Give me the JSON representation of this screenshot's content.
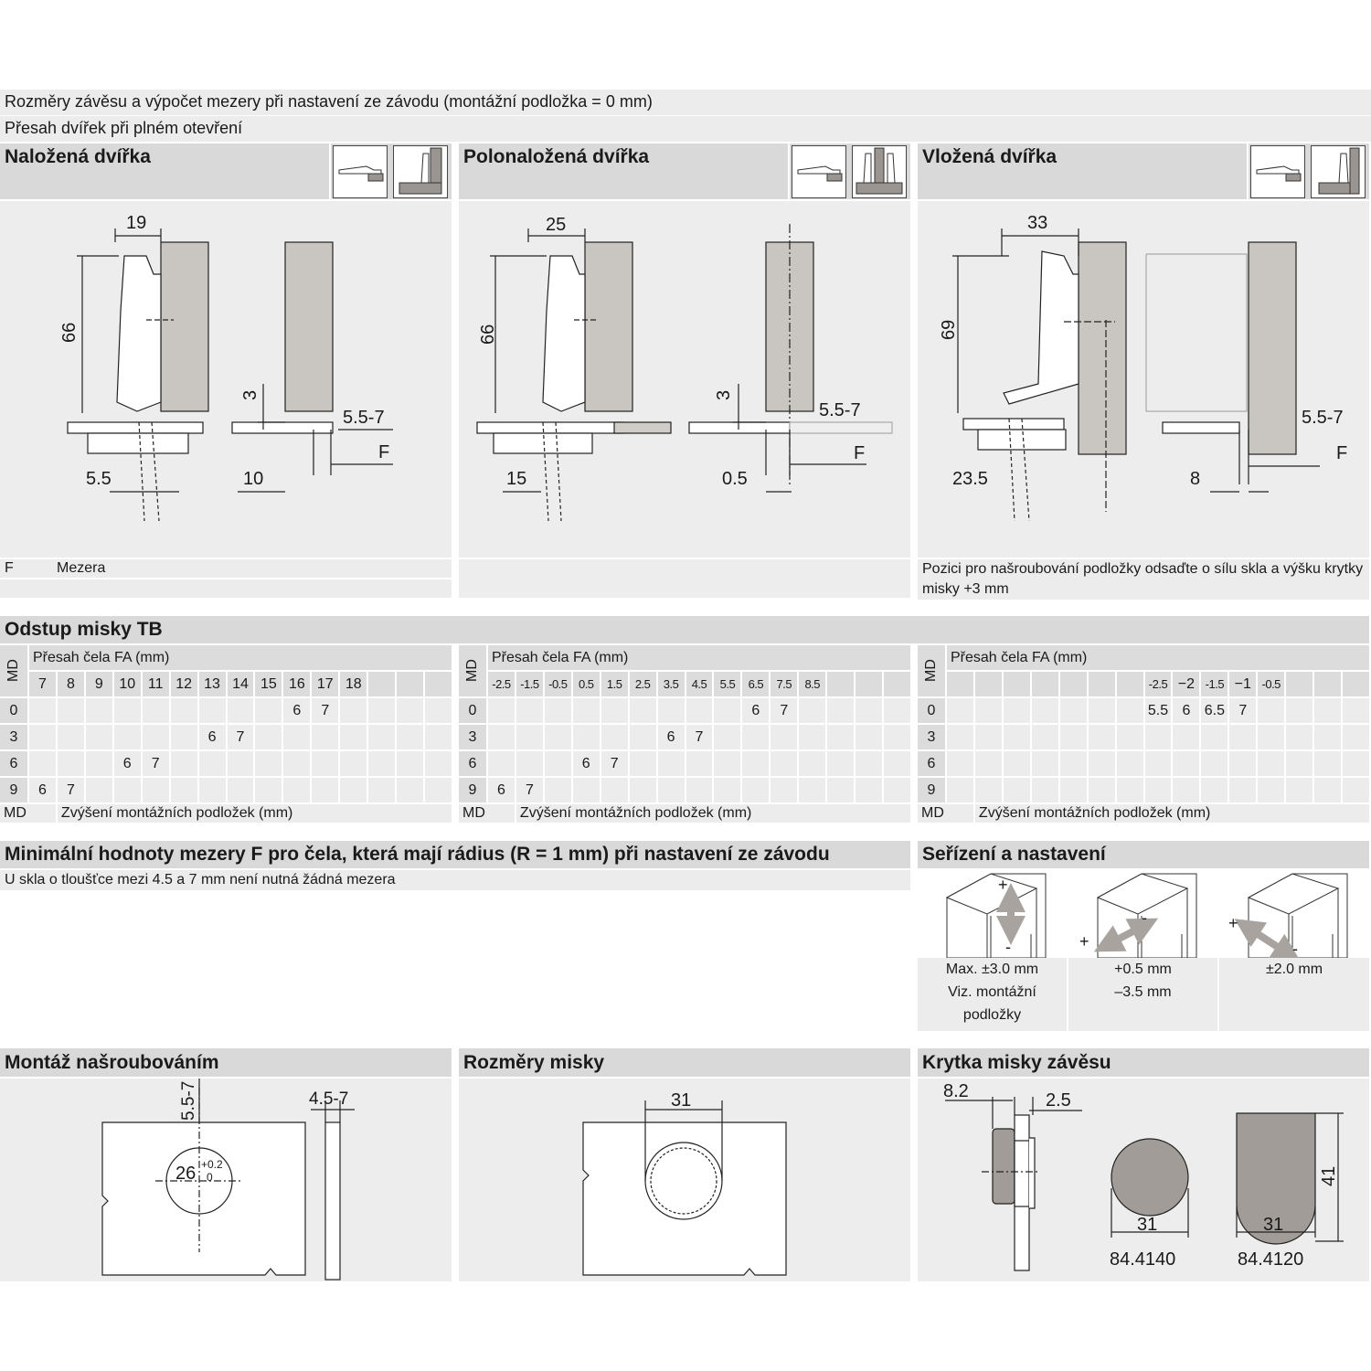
{
  "intro": {
    "line1": "Rozměry závěsu a výpočet mezery při nastavení ze závodu (montážní podložka = 0 mm)",
    "line2": "Přesah dvířek při plném otevření"
  },
  "door_types": [
    {
      "title": "Naložená dvířka",
      "dims": {
        "width": "19",
        "height": "66",
        "d3": "3",
        "gap": "5.5-7",
        "f": "F",
        "bottom_left": "5.5",
        "bottom_right": "10"
      }
    },
    {
      "title": "Polonaložená dvířka",
      "dims": {
        "width": "25",
        "height": "66",
        "d3": "3",
        "gap": "5.5-7",
        "f": "F",
        "bottom_left": "15",
        "bottom_right": "0.5"
      }
    },
    {
      "title": "Vložená dvířka",
      "dims": {
        "width": "33",
        "height": "69",
        "gap": "5.5-7",
        "f": "F",
        "bottom_left": "23.5",
        "bottom_right": "8"
      }
    }
  ],
  "legend": {
    "key": "F",
    "value": "Mezera"
  },
  "inset_note": "Pozici pro našroubování podložky odsaďte o sílu skla a výšku krytky misky +3 mm",
  "tb_section": {
    "title": "Odstup misky TB",
    "fa_label": "Přesah čela FA (mm)",
    "md_label": "MD",
    "footer_key": "MD",
    "footer_text": "Zvýšení montážních podložek (mm)",
    "row_labels": [
      "0",
      "3",
      "6",
      "9"
    ],
    "tables": [
      {
        "columns": [
          "7",
          "8",
          "9",
          "10",
          "11",
          "12",
          "13",
          "14",
          "15",
          "16",
          "17",
          "18",
          "",
          "",
          ""
        ],
        "rows": [
          [
            "",
            "",
            "",
            "",
            "",
            "",
            "",
            "",
            "",
            "6",
            "7",
            "",
            "",
            "",
            ""
          ],
          [
            "",
            "",
            "",
            "",
            "",
            "",
            "6",
            "7",
            "",
            "",
            "",
            "",
            "",
            "",
            ""
          ],
          [
            "",
            "",
            "",
            "6",
            "7",
            "",
            "",
            "",
            "",
            "",
            "",
            "",
            "",
            "",
            ""
          ],
          [
            "6",
            "7",
            "",
            "",
            "",
            "",
            "",
            "",
            "",
            "",
            "",
            "",
            "",
            "",
            ""
          ]
        ]
      },
      {
        "columns": [
          "-2.5",
          "-1.5",
          "-0.5",
          "0.5",
          "1.5",
          "2.5",
          "3.5",
          "4.5",
          "5.5",
          "6.5",
          "7.5",
          "8.5",
          "",
          "",
          ""
        ],
        "rows": [
          [
            "",
            "",
            "",
            "",
            "",
            "",
            "",
            "",
            "",
            "6",
            "7",
            "",
            "",
            "",
            ""
          ],
          [
            "",
            "",
            "",
            "",
            "",
            "",
            "6",
            "7",
            "",
            "",
            "",
            "",
            "",
            "",
            ""
          ],
          [
            "",
            "",
            "",
            "6",
            "7",
            "",
            "",
            "",
            "",
            "",
            "",
            "",
            "",
            "",
            ""
          ],
          [
            "6",
            "7",
            "",
            "",
            "",
            "",
            "",
            "",
            "",
            "",
            "",
            "",
            "",
            "",
            ""
          ]
        ]
      },
      {
        "columns": [
          "",
          "",
          "",
          "",
          "",
          "",
          "",
          "-2.5",
          "−2",
          "-1.5",
          "−1",
          "-0.5",
          "",
          "",
          ""
        ],
        "rows": [
          [
            "",
            "",
            "",
            "",
            "",
            "",
            "",
            "5.5",
            "6",
            "6.5",
            "7",
            "",
            "",
            "",
            ""
          ],
          [
            "",
            "",
            "",
            "",
            "",
            "",
            "",
            "",
            "",
            "",
            "",
            "",
            "",
            "",
            ""
          ],
          [
            "",
            "",
            "",
            "",
            "",
            "",
            "",
            "",
            "",
            "",
            "",
            "",
            "",
            "",
            ""
          ],
          [
            "",
            "",
            "",
            "",
            "",
            "",
            "",
            "",
            "",
            "",
            "",
            "",
            "",
            "",
            ""
          ]
        ]
      }
    ]
  },
  "min_gap": {
    "title": "Minimální hodnoty mezery F pro čela, která mají rádius (R = 1 mm) při nastavení ze závodu",
    "note": "U skla o tloušťce mezi 4.5 a 7 mm není nutná žádná mezera"
  },
  "adjustment": {
    "title": "Seřízení a nastavení",
    "items": [
      {
        "plus": "+",
        "minus": "-",
        "lines": [
          "Max. ±3.0 mm",
          "Viz. montážní",
          "podložky"
        ]
      },
      {
        "plus": "+",
        "minus": "-",
        "lines": [
          "+0.5 mm",
          "–3.5 mm"
        ]
      },
      {
        "plus": "+",
        "minus": "-",
        "lines": [
          "±2.0 mm"
        ]
      }
    ]
  },
  "screw_mounting": {
    "title": "Montáž našroubováním",
    "top_dim": "5.5-7",
    "hole": "26",
    "tol_upper": "+0.2",
    "tol_lower": "0",
    "thickness": "4.5-7"
  },
  "cup_dims": {
    "title": "Rozměry misky",
    "diameter": "31"
  },
  "cup_cover": {
    "title": "Krytka misky závěsu",
    "depth": "8.2",
    "thickness": "2.5",
    "round_width": "31",
    "round_code": "84.4140",
    "shaped_width": "31",
    "shaped_height": "41",
    "shaped_code": "84.4120"
  }
}
